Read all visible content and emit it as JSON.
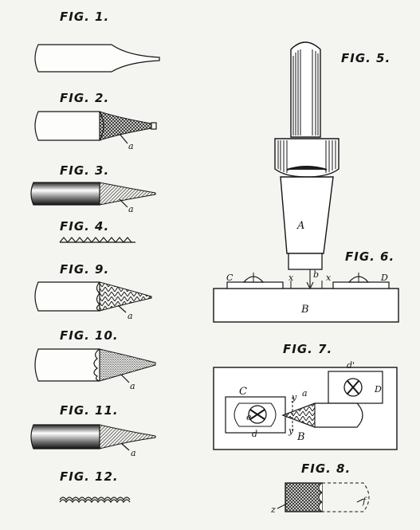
{
  "figures": {
    "fig1": "FIG. 1.",
    "fig2": "FIG. 2.",
    "fig3": "FIG. 3.",
    "fig4": "FIG. 4.",
    "fig9": "FIG. 9.",
    "fig10": "FIG. 10.",
    "fig11": "FIG. 11.",
    "fig12": "FIG. 12.",
    "fig5": "FIG. 5.",
    "fig6": "FIG. 6.",
    "fig7": "FIG. 7.",
    "fig8": "FIG. 8."
  },
  "letters": {
    "a": "a",
    "A": "A",
    "B": "B",
    "C": "C",
    "D": "D",
    "b": "b",
    "x": "x",
    "y": "y",
    "d": "d",
    "d_prime": "d'",
    "e": "e",
    "f": "f",
    "z": "z"
  }
}
